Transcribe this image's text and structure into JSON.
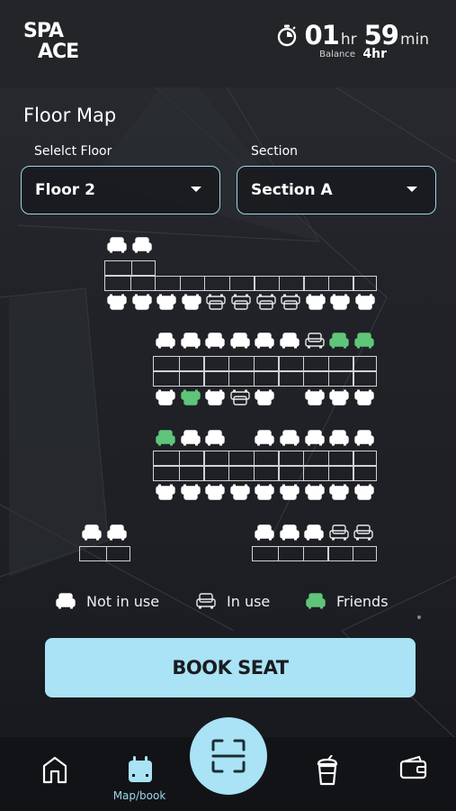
{
  "app": {
    "logo_line1": "SPA",
    "logo_line2": "ACE"
  },
  "timer": {
    "hours": "01",
    "hours_unit": "hr",
    "minutes": "59",
    "minutes_unit": "min",
    "balance_label": "Balance",
    "balance_value": "4hr"
  },
  "page": {
    "title": "Floor Map"
  },
  "selectors": {
    "floor_label": "Selelct Floor",
    "floor_value": "Floor 2",
    "section_label": "Section",
    "section_value": "Section A"
  },
  "seat_colors": {
    "free": "#ffffff",
    "in_use": "#3a3c41",
    "friends": "#5fc57a"
  },
  "seat_rows": [
    {
      "label": "row-1-top",
      "states": [
        "free",
        "free"
      ]
    },
    {
      "label": "row-1-bottom",
      "states": [
        "free",
        "free",
        "free",
        "free",
        "in_use",
        "in_use",
        "in_use",
        "in_use",
        "free",
        "free",
        "free"
      ]
    },
    {
      "label": "row-2-top",
      "states": [
        "free",
        "free",
        "free",
        "free",
        "free",
        "free",
        "in_use",
        "friends",
        "friends"
      ]
    },
    {
      "label": "row-2-bottom",
      "states": [
        "free",
        "friends",
        "free",
        "in_use",
        "free",
        "free",
        "free",
        "free",
        "free"
      ]
    },
    {
      "label": "row-3-top",
      "states": [
        "friends",
        "free",
        "free",
        "free",
        "free",
        "free",
        "free",
        "free",
        "free"
      ]
    },
    {
      "label": "row-3-bottom",
      "states": [
        "free",
        "free",
        "free",
        "free",
        "free",
        "free",
        "free",
        "free",
        "free"
      ]
    },
    {
      "label": "row-4a-top",
      "states": [
        "free",
        "free"
      ]
    },
    {
      "label": "row-4b-top",
      "states": [
        "free",
        "free",
        "free",
        "in_use",
        "in_use"
      ]
    }
  ],
  "legend": {
    "not_in_use": "Not in use",
    "in_use": "In use",
    "friends": "Friends"
  },
  "actions": {
    "book_seat": "BOOK SEAT"
  },
  "nav": {
    "home": "home-icon",
    "map_label": "Map/book",
    "scan": "scan-icon",
    "drink": "drink-icon",
    "wallet": "wallet-icon"
  }
}
